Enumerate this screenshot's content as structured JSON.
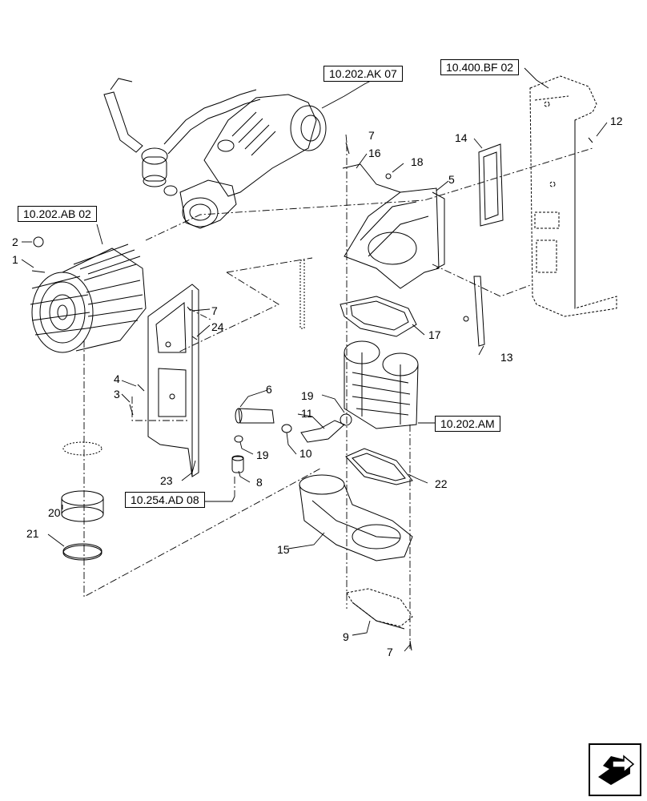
{
  "references": {
    "ak07": "10.202.AK 07",
    "bf02": "10.400.BF 02",
    "ab02": "10.202.AB 02",
    "am": "10.202.AM",
    "ad08": "10.254.AD 08"
  },
  "callouts": {
    "c1": "1",
    "c2": "2",
    "c3": "3",
    "c4": "4",
    "c5": "5",
    "c6": "6",
    "c7a": "7",
    "c7b": "7",
    "c7c": "7",
    "c8": "8",
    "c9": "9",
    "c10": "10",
    "c11": "11",
    "c12": "12",
    "c13": "13",
    "c14": "14",
    "c15": "15",
    "c16": "16",
    "c17": "17",
    "c18": "18",
    "c19a": "19",
    "c19b": "19",
    "c20": "20",
    "c21": "21",
    "c22": "22",
    "c23": "23",
    "c24": "24"
  },
  "icons": {
    "navigation": "next-page-arrow-icon"
  }
}
